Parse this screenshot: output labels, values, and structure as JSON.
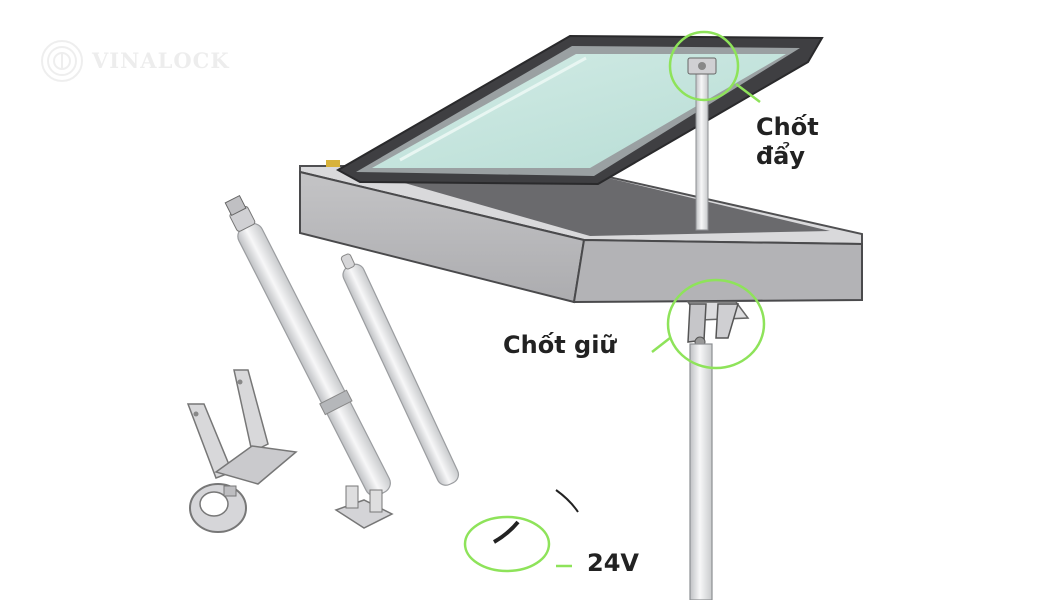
{
  "watermark": {
    "text": "VINALOCK"
  },
  "labels": {
    "push_pin_line1": "Chốt",
    "push_pin_line2": "đẩy",
    "holding_pin": "Chốt giữ",
    "voltage": "24V"
  },
  "colors": {
    "highlight_circle": "#8ee35a",
    "glass": "#c2e4dd",
    "frame_dark": "#4a4a4c",
    "box_side": "#b8b8ba",
    "box_top": "#d8d8da",
    "metal": "#e4e4e6",
    "label_text": "#222222"
  }
}
